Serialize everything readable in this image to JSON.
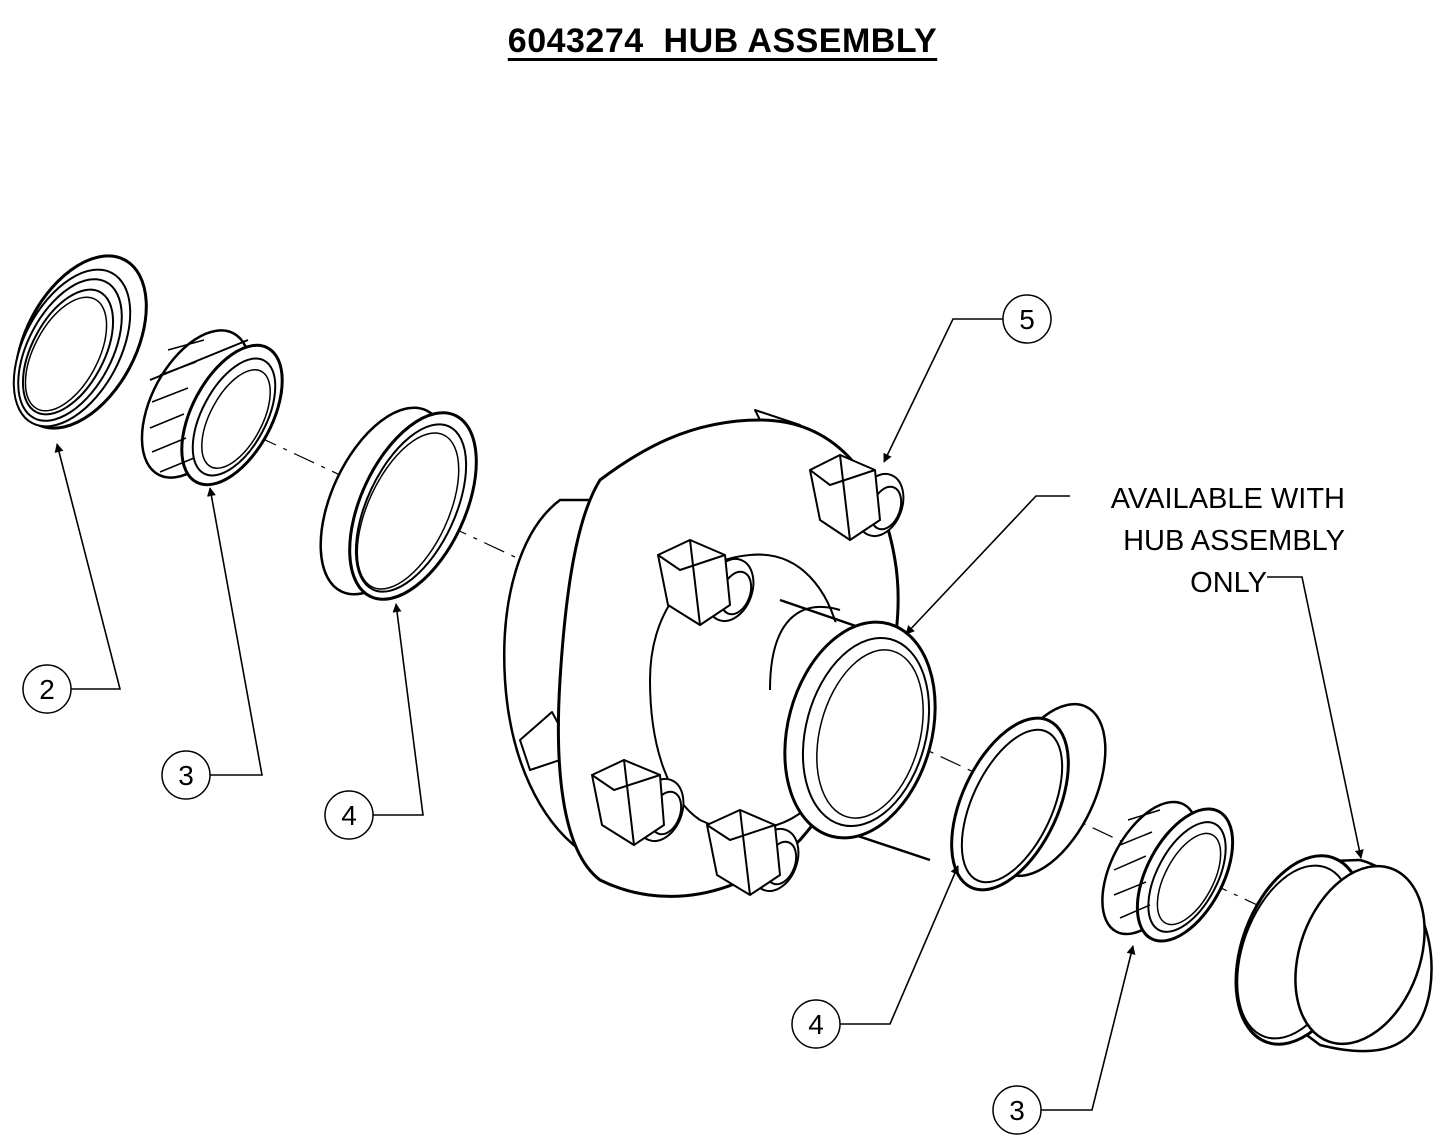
{
  "title": "6043274  HUB ASSEMBLY",
  "note": {
    "line1": "AVAILABLE WITH",
    "line2": "HUB ASSEMBLY",
    "line3": "ONLY"
  },
  "callouts": {
    "grease_seal": "2",
    "inner_bearing_cone": "3",
    "inner_bearing_cup": "4",
    "lug_nut": "5",
    "outer_bearing_cup": "4",
    "outer_bearing_cone": "3"
  },
  "colors": {
    "line": "#000000",
    "paper": "#ffffff"
  }
}
